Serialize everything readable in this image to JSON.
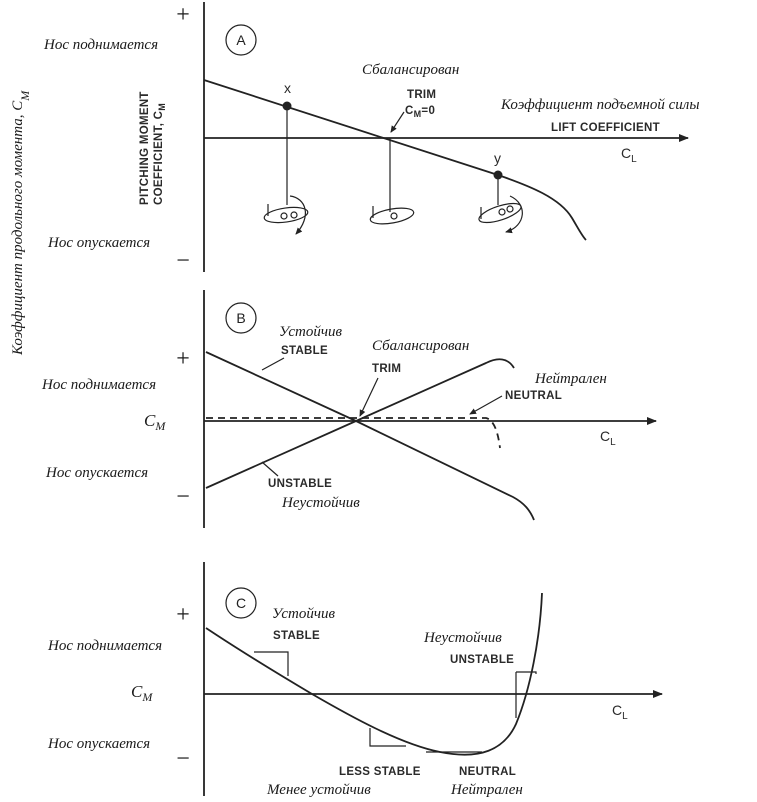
{
  "side_title": "Коэффициент продольного момента, C",
  "side_title_sub": "M",
  "panel_a": {
    "letter": "A",
    "plus": "+",
    "minus": "−",
    "nose_up": "Нос поднимается",
    "nose_down": "Нос опускается",
    "yaxis_en_line1": "PITCHING MOMENT",
    "yaxis_en_line2": "COEFFICIENT, C",
    "yaxis_en_sub": "M",
    "balanced_ru": "Сбалансирован",
    "trim_en": "TRIM",
    "trim_eq": "C",
    "trim_eq_sub": "M",
    "trim_eq_rest": "=0",
    "lift_ru": "Коэффициент подъемной силы",
    "lift_en": "LIFT COEFFICIENT",
    "cl": "C",
    "cl_sub": "L",
    "point_x": "x",
    "point_y": "y"
  },
  "panel_b": {
    "letter": "B",
    "plus": "+",
    "minus": "−",
    "nose_up": "Нос поднимается",
    "nose_down": "Нос опускается",
    "cm": "C",
    "cm_sub": "M",
    "stable_ru": "Устойчив",
    "stable_en": "STABLE",
    "balanced_ru": "Сбалансирован",
    "trim_en": "TRIM",
    "neutral_ru": "Нейтрален",
    "neutral_en": "NEUTRAL",
    "unstable_en": "UNSTABLE",
    "unstable_ru": "Неустойчив",
    "cl": "C",
    "cl_sub": "L"
  },
  "panel_c": {
    "letter": "C",
    "plus": "+",
    "minus": "−",
    "nose_up": "Нос поднимается",
    "nose_down": "Нос опускается",
    "cm": "C",
    "cm_sub": "M",
    "stable_ru": "Устойчив",
    "stable_en": "STABLE",
    "unstable_ru": "Неустойчив",
    "unstable_en": "UNSTABLE",
    "less_stable_en": "LESS STABLE",
    "less_stable_ru": "Менее устойчив",
    "neutral_en": "NEUTRAL",
    "neutral_ru": "Нейтрален",
    "cl": "C",
    "cl_sub": "L"
  }
}
